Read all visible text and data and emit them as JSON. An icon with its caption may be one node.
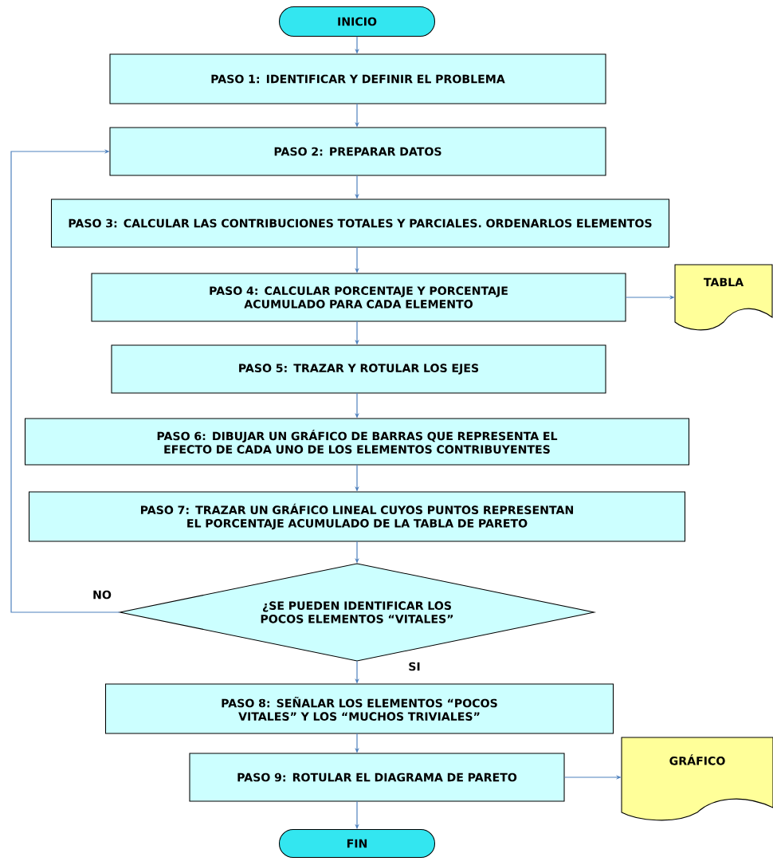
{
  "diagram": {
    "nodes": [
      {
        "text": [
          "INICIO"
        ]
      },
      {
        "text": [
          "PASO 1: IDENTIFICAR Y DEFINIR EL PROBLEMA"
        ]
      },
      {
        "text": [
          "PASO 2: PREPARAR DATOS"
        ]
      },
      {
        "text": [
          "PASO 3: CALCULAR LAS CONTRIBUCIONES TOTALES Y PARCIALES. ORDENARLOS ELEMENTOS"
        ]
      },
      {
        "text": [
          "PASO 4: CALCULAR PORCENTAJE Y PORCENTAJE ACUMULADO PARA CADA ELEMENTO"
        ]
      },
      {
        "text": [
          "TABLA"
        ]
      },
      {
        "text": [
          "PASO 5: TRAZAR Y ROTULAR LOS EJES"
        ]
      },
      {
        "text": [
          "PASO 6: DIBUJAR UN GRÁFICO DE BARRAS QUE REPRESENTA EL EFECTO DE CADA UNO DE LOS ELEMENTOS CONTRIBUYENTES"
        ]
      },
      {
        "text": [
          "PASO 7: TRAZAR UN GRÁFICO LINEAL CUYOS PUNTOS REPRESENTAN EL PORCENTAJE ACUMULADO DE LA TABLA DE PARETO"
        ]
      },
      {
        "text": [
          "¿SE PUEDEN IDENTIFICAR LOS POCOS ELEMENTOS  “VITALES”"
        ]
      },
      {
        "text": [
          "PASO 8: SEÑALAR LOS ELEMENTOS “POCOS VITALES” Y LOS “MUCHOS TRIVIALES”"
        ]
      },
      {
        "text": [
          "PASO 9: ROTULAR EL DIAGRAMA DE PARETO"
        ]
      },
      {
        "text": [
          "GRÁFICO"
        ]
      },
      {
        "text": [
          "FIN"
        ]
      }
    ],
    "edges": [
      {
        "from": 0,
        "to": 1,
        "arrow": "to"
      },
      {
        "from": 1,
        "to": 2,
        "arrow": "to"
      },
      {
        "from": 2,
        "to": 3,
        "arrow": "to"
      },
      {
        "from": 3,
        "to": 4,
        "arrow": "to"
      },
      {
        "from": 4,
        "to": 5,
        "arrow": "to"
      },
      {
        "from": 4,
        "to": 6,
        "arrow": "to"
      },
      {
        "from": 6,
        "to": 7,
        "arrow": "to"
      },
      {
        "from": 7,
        "to": 8,
        "arrow": "to"
      },
      {
        "from": 8,
        "to": 9,
        "arrow": "to"
      },
      {
        "from": 9,
        "to": 2,
        "arrow": "to",
        "label": "NO"
      },
      {
        "from": 9,
        "to": 10,
        "arrow": "to",
        "label": "SI"
      },
      {
        "from": 10,
        "to": 11,
        "arrow": "to"
      },
      {
        "from": 11,
        "to": 12,
        "arrow": "to"
      },
      {
        "from": 11,
        "to": 13,
        "arrow": "to"
      }
    ]
  }
}
